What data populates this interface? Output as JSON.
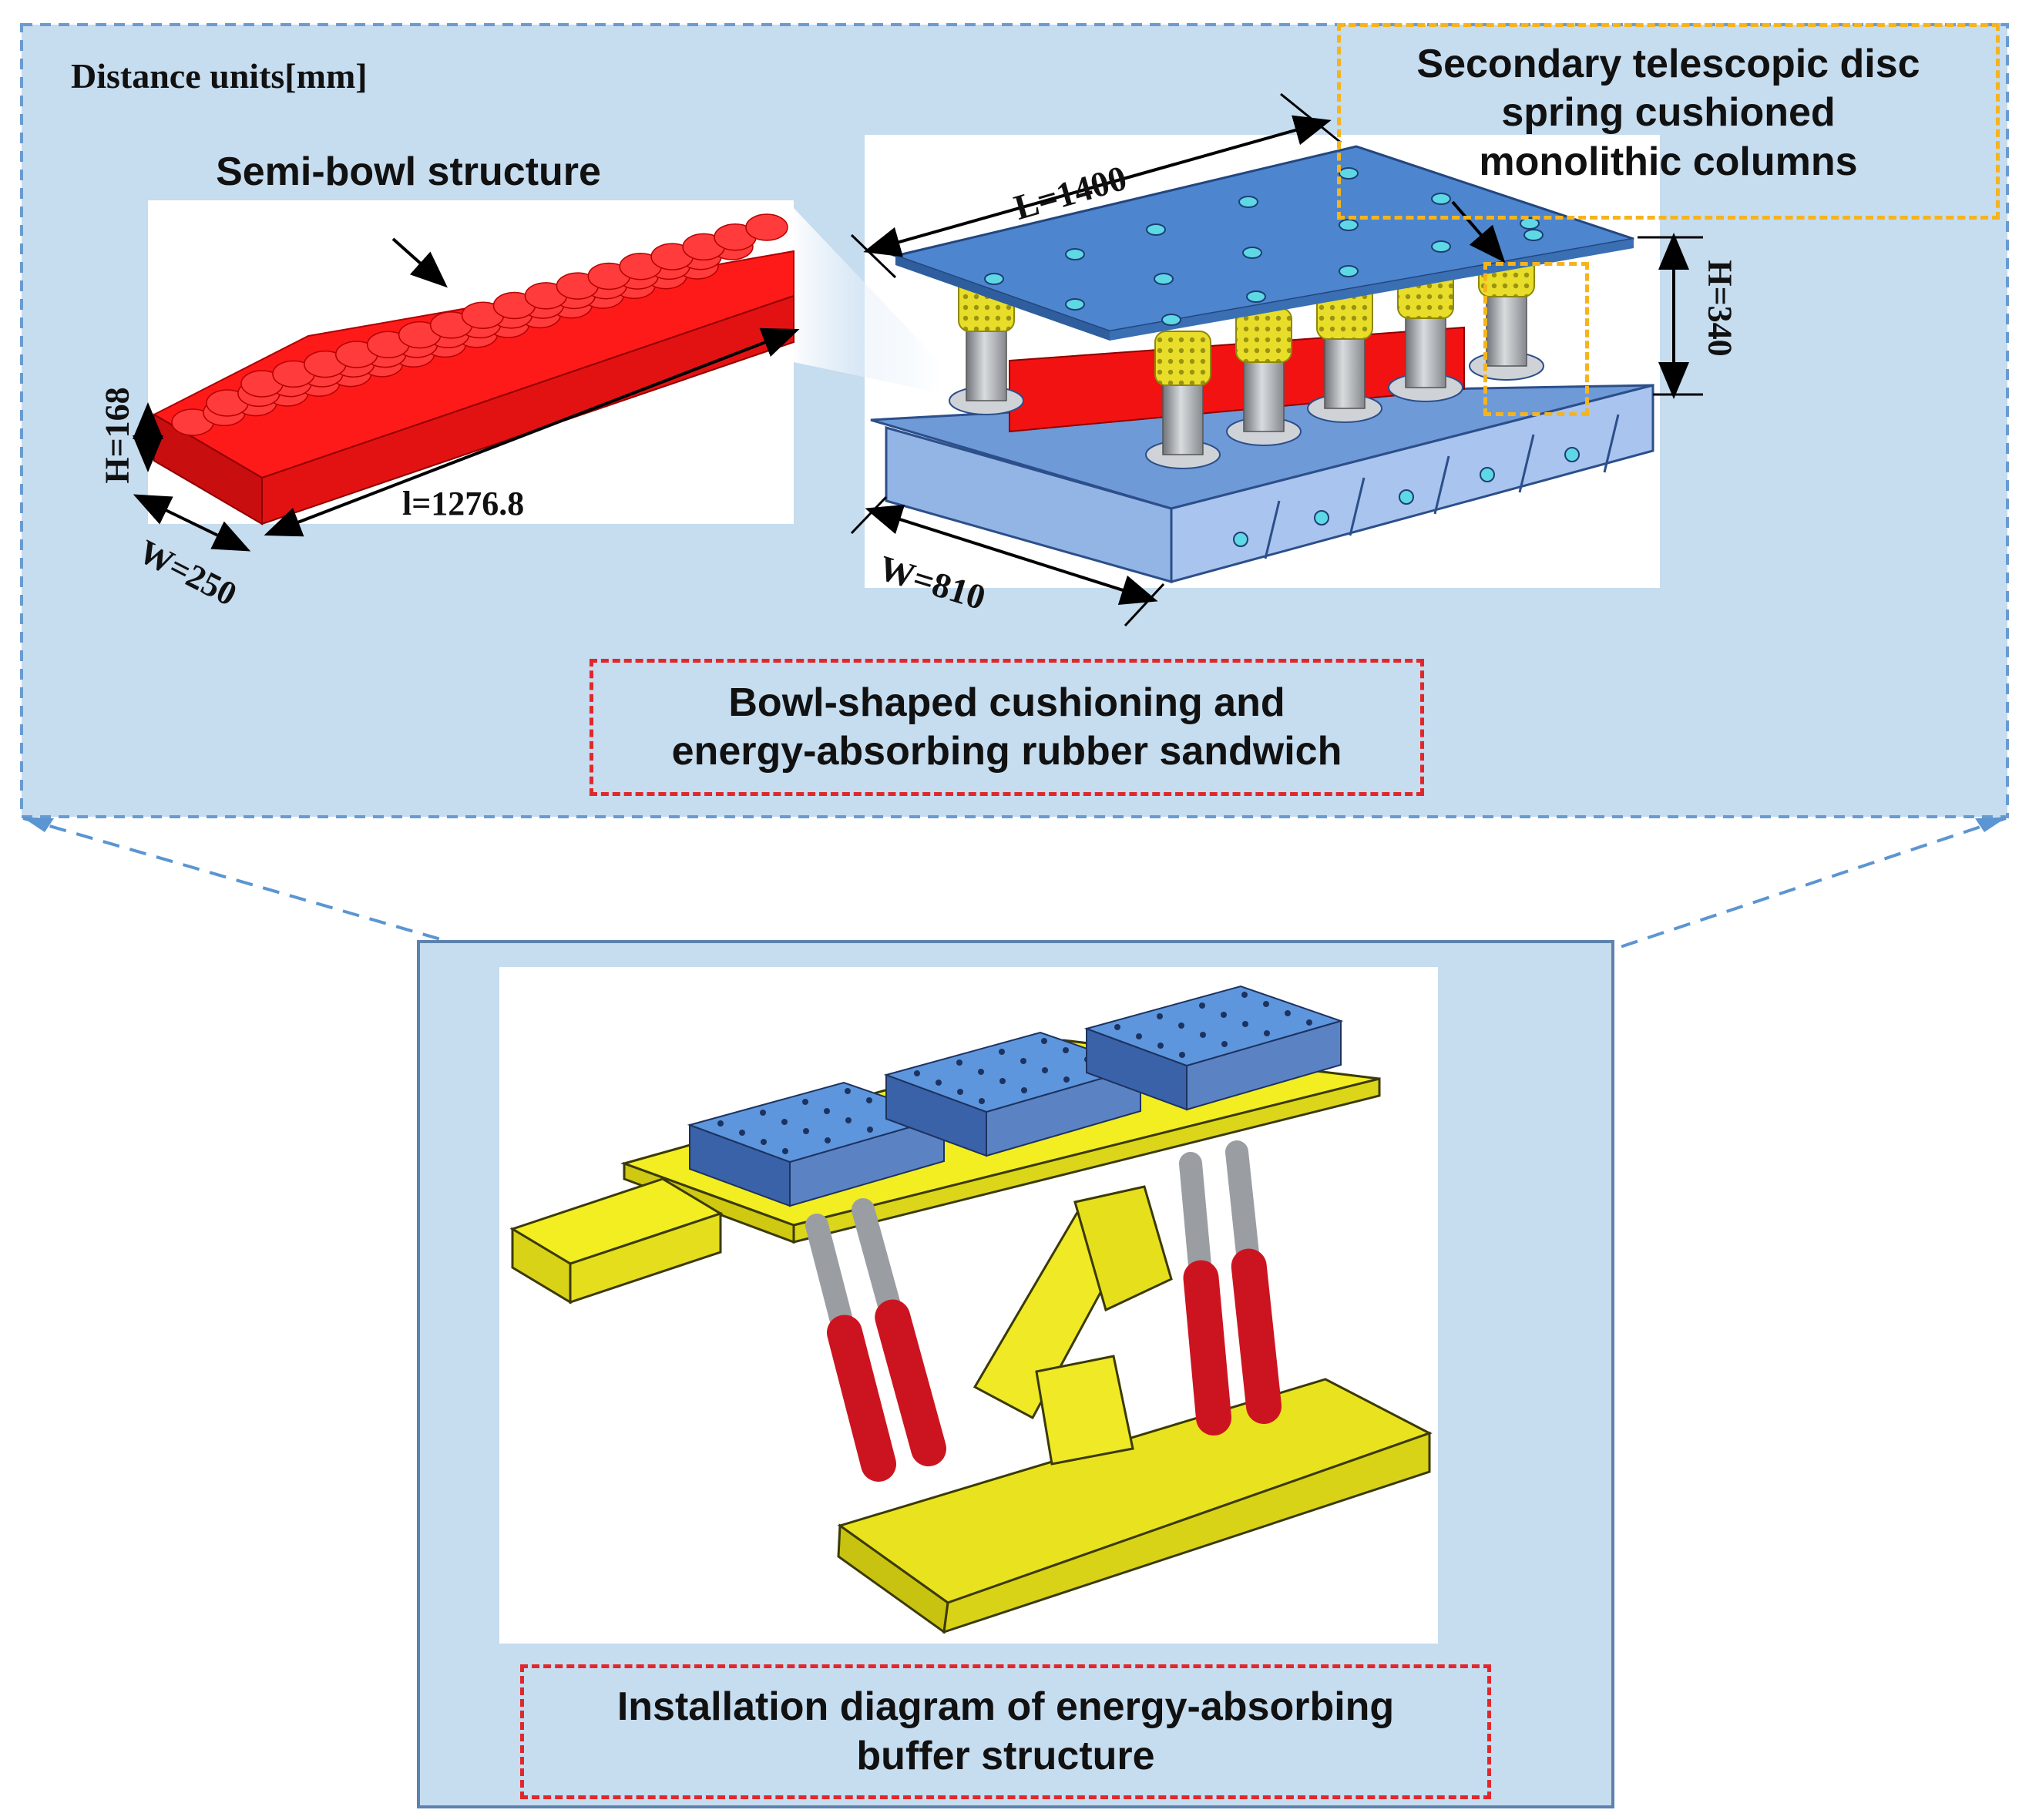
{
  "units_label": "Distance units[mm]",
  "semi_bowl_label": "Semi-bowl structure",
  "secondary_label": [
    "Secondary telescopic disc",
    "spring cushioned",
    "monolithic columns"
  ],
  "sandwich_label": [
    "Bowl-shaped cushioning and",
    "energy-absorbing rubber sandwich"
  ],
  "install_label": [
    "Installation diagram of energy-absorbing",
    "buffer structure"
  ],
  "dims": {
    "h_strip": "H=168",
    "w_strip": "W=250",
    "l_strip": "l=1276.8",
    "L_assembly": "L=1400",
    "H_assembly": "H=340",
    "W_assembly": "W=810"
  },
  "colors": {
    "panel_bg": "#c6dcef",
    "panel_border": "#6a9bd0",
    "rubber_red": "#f21212",
    "plate_blue": "#4d86cf",
    "spring_yellow": "#e8de2a",
    "support_yellow": "#f2ee22",
    "cylinder_red": "#d4141e",
    "red_dash": "#e0282c",
    "orange_dash": "#f5b41e"
  }
}
